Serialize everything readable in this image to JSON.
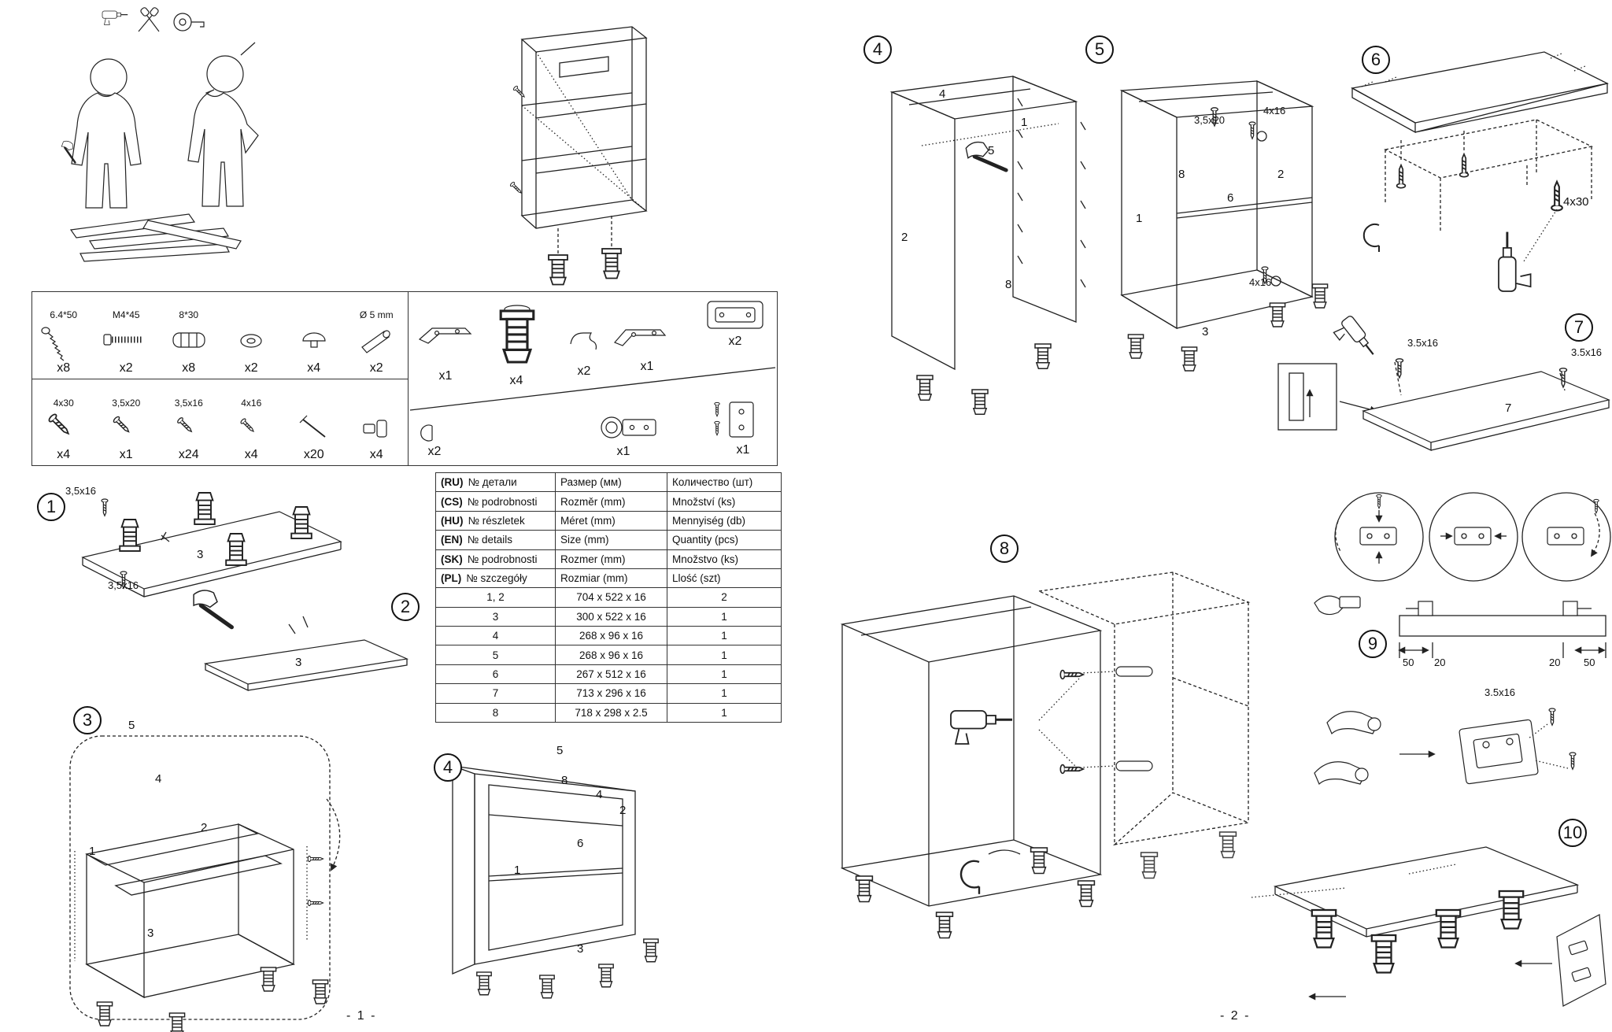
{
  "meta": {
    "footer_page1": "- 1 -",
    "footer_page2": "- 2 -"
  },
  "hardware": {
    "row1": [
      {
        "label": "6.4*50",
        "qty": "x8"
      },
      {
        "label": "M4*45",
        "qty": "x2"
      },
      {
        "label": "8*30",
        "qty": "x8"
      },
      {
        "label": "",
        "qty": "x2"
      },
      {
        "label": "",
        "qty": "x4"
      },
      {
        "label": "Ø 5 mm",
        "qty": "x2"
      }
    ],
    "row2": [
      {
        "label": "4x30",
        "qty": "x4"
      },
      {
        "label": "3,5x20",
        "qty": "x1"
      },
      {
        "label": "3,5x16",
        "qty": "x24"
      },
      {
        "label": "4x16",
        "qty": "x4"
      },
      {
        "label": "",
        "qty": "x20"
      },
      {
        "label": "",
        "qty": "x4"
      }
    ],
    "right1": [
      {
        "qty": "x1"
      },
      {
        "qty": "x4"
      },
      {
        "qty": "x2"
      },
      {
        "qty": "x1"
      },
      {
        "qty": "x2"
      }
    ],
    "right2": [
      {
        "qty": "x2"
      },
      {
        "qty": "x1"
      },
      {
        "qty": "x1"
      }
    ]
  },
  "size_table": {
    "langs": [
      {
        "code": "(RU)",
        "details": "№ детали",
        "size": "Размер  (мм)",
        "qty": "Количество (шт)"
      },
      {
        "code": "(CS)",
        "details": "№ podrobnosti",
        "size": "Rozměr (mm)",
        "qty": "Množství (ks)"
      },
      {
        "code": "(HU)",
        "details": "№ részletek",
        "size": "Méret (mm)",
        "qty": "Mennyiség (db)"
      },
      {
        "code": "(EN)",
        "details": "№ details",
        "size": "Size (mm)",
        "qty": "Quantity  (pcs)"
      },
      {
        "code": "(SK)",
        "details": "№ podrobnosti",
        "size": "Rozmer (mm)",
        "qty": "Množstvo (ks)"
      },
      {
        "code": "(PL)",
        "details": "№ szczegóły",
        "size": "Rozmiar (mm)",
        "qty": "Llość (szt)"
      }
    ],
    "rows": [
      {
        "part": "1, 2",
        "size": "704 x 522 x 16",
        "qty": "2"
      },
      {
        "part": "3",
        "size": "300 x 522 x 16",
        "qty": "1"
      },
      {
        "part": "4",
        "size": "268 x 96 x 16",
        "qty": "1"
      },
      {
        "part": "5",
        "size": "268 x 96 x 16",
        "qty": "1"
      },
      {
        "part": "6",
        "size": "267 x 512 x 16",
        "qty": "1"
      },
      {
        "part": "7",
        "size": "713 x 296 x 16",
        "qty": "1"
      },
      {
        "part": "8",
        "size": "718 x 298 x 2.5",
        "qty": "1"
      }
    ]
  },
  "steps": {
    "p1s1": {
      "number": "1",
      "labels": [
        "3,5x16",
        "3,5x16",
        "3"
      ]
    },
    "p1s2": {
      "number": "2",
      "labels": [
        "3"
      ]
    },
    "p1s3": {
      "number": "3",
      "labels": [
        "5",
        "4",
        "2",
        "1",
        "3"
      ]
    },
    "p1s4": {
      "number": "4",
      "labels": [
        "5",
        "8",
        "4",
        "2",
        "6",
        "1",
        "3"
      ]
    },
    "p2s4": {
      "number": "4",
      "labels": [
        "4",
        "1",
        "5",
        "2",
        "8"
      ]
    },
    "p2s5": {
      "number": "5",
      "labels": [
        "3,5x20",
        "4x16",
        "8",
        "2",
        "6",
        "1",
        "4x16",
        "3"
      ]
    },
    "p2s6": {
      "number": "6",
      "labels": [
        "4x30"
      ]
    },
    "p2s7": {
      "number": "7",
      "labels": [
        "3.5x16",
        "3.5x16",
        "7"
      ]
    },
    "p2s8": {
      "number": "8"
    },
    "p2s9": {
      "number": "9",
      "labels": [
        "50",
        "20",
        "20",
        "50"
      ]
    },
    "p2s9b": {
      "labels": [
        "3.5x16"
      ]
    },
    "p2s10": {
      "number": "10"
    }
  }
}
